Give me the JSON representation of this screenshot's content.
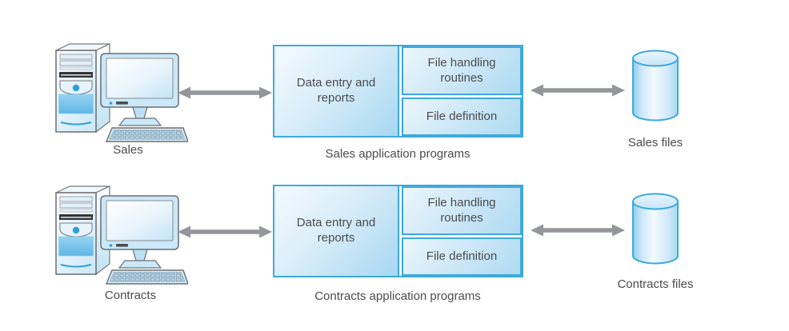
{
  "diagram": {
    "rows": [
      {
        "workstation_label": "Sales",
        "app_box": {
          "data_entry": "Data entry and reports",
          "file_handling": "File handling routines",
          "file_definition": "File definition"
        },
        "caption": "Sales application programs",
        "files_label": "Sales files"
      },
      {
        "workstation_label": "Contracts",
        "app_box": {
          "data_entry": "Data entry and reports",
          "file_handling": "File handling routines",
          "file_definition": "File definition"
        },
        "caption": "Contracts application programs",
        "files_label": "Contracts files"
      }
    ],
    "colors": {
      "box_border_blue": "#3fa9de",
      "arrow_gray": "#949699",
      "text_gray": "#4b4c4e",
      "accent_blue": "#2e9fd9"
    },
    "icons": {
      "workstation": "desktop-computer-icon",
      "storage": "database-cylinder-icon",
      "connector": "bidirectional-arrow-icon"
    }
  }
}
